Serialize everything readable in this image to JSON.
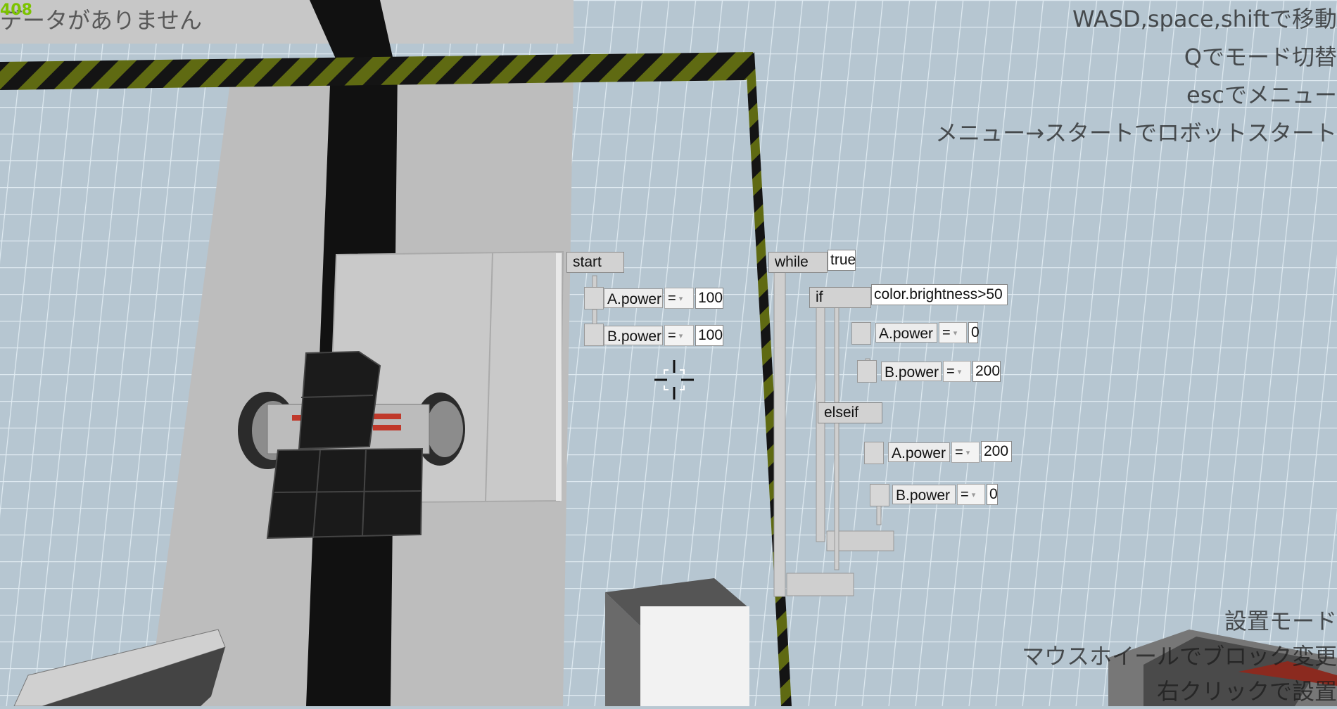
{
  "hud": {
    "fps": "408",
    "status": "データがありません",
    "help": [
      "WASD,space,shiftで移動",
      "Qでモード切替",
      "escでメニュー",
      "メニュー→スタートでロボットスタート"
    ],
    "mode_lines": [
      "設置モード",
      "マウスホイールでブロック変更",
      "右クリックで設置"
    ]
  },
  "program": {
    "start_block": {
      "label": "start",
      "statements": [
        {
          "target": "A.power",
          "op": "=",
          "value": "100"
        },
        {
          "target": "B.power",
          "op": "=",
          "value": "100"
        }
      ]
    },
    "while_block": {
      "label": "while",
      "condition": "true",
      "if_label": "if",
      "if_condition": "color.brightness>50",
      "if_statements": [
        {
          "target": "A.power",
          "op": "=",
          "value": "0"
        },
        {
          "target": "B.power",
          "op": "=",
          "value": "200"
        }
      ],
      "elseif_label": "elseif",
      "elseif_statements": [
        {
          "target": "A.power",
          "op": "=",
          "value": "200"
        },
        {
          "target": "B.power",
          "op": "=",
          "value": "0"
        }
      ]
    }
  },
  "colors": {
    "floor": "#b9c8d2",
    "grid": "#dce8ef",
    "hazard_yellow": "#5f6a12",
    "hazard_black": "#141414",
    "fps_green": "#7cc300"
  },
  "icons": {
    "crosshair": "crosshair-icon"
  }
}
